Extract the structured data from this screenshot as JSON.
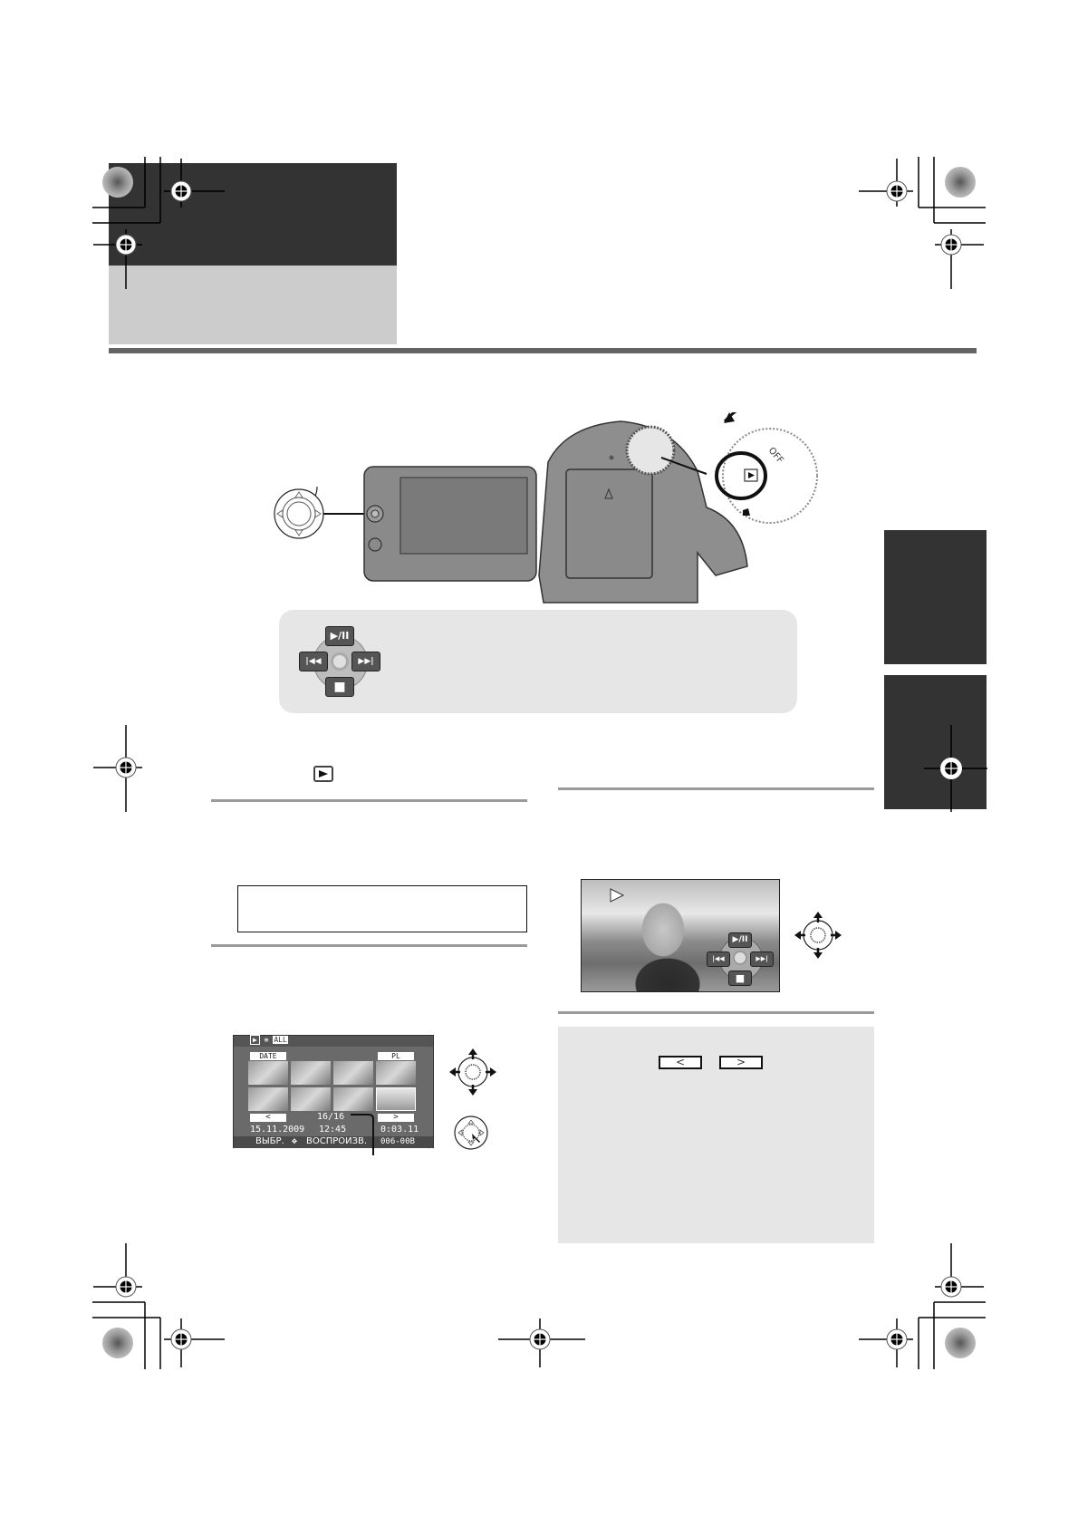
{
  "page": {
    "background": "#ffffff",
    "header": {
      "title": "",
      "subtitle": "",
      "dark_color": "#333333",
      "light_color": "#cccccc",
      "rule_color": "#646464"
    },
    "side_tabs": [
      {
        "label": "",
        "color": "#333333"
      },
      {
        "label": ""
      }
    ]
  },
  "illustration": {
    "joystick_callout_label": "",
    "mode_dial": {
      "off_label": "OFF",
      "playback_icon": "play-mode-icon",
      "record_icon": "record-mode-icon"
    }
  },
  "info_panel": {
    "controls": {
      "play_pause": "▶/II",
      "skip_back": "|◀◀",
      "skip_forward": "▶▶|",
      "stop": "■"
    },
    "text": ""
  },
  "left_column": {
    "step1": {
      "prefix": "",
      "icon": "play-mode-icon"
    },
    "step2_text": "",
    "boxed_note": "",
    "step3_text": "",
    "thumbnail_screen": {
      "top_icons": [
        "▶",
        "≡",
        "ALL"
      ],
      "date_tab": "DATE",
      "pl_tab": "PL",
      "prev_label": "<",
      "next_label": ">",
      "counter": "16/16",
      "date": "15.11.2009",
      "time": "12:45",
      "duration": "0:03.11",
      "select_label": "ВЫБР.",
      "play_label": "ВОСПРОИЗВ.",
      "file_number": "006-00B",
      "thumbnails": 8
    }
  },
  "right_column": {
    "step4_text": "",
    "playback_screen": {
      "play_indicator": "▶",
      "controls": {
        "play_pause": "▶/II",
        "skip_back": "|◀◀",
        "skip_forward": "▶▶|",
        "stop": "■"
      }
    },
    "note": {
      "prev_button": "<",
      "next_button": ">",
      "text": "",
      "background": "#e6e6e6"
    }
  }
}
